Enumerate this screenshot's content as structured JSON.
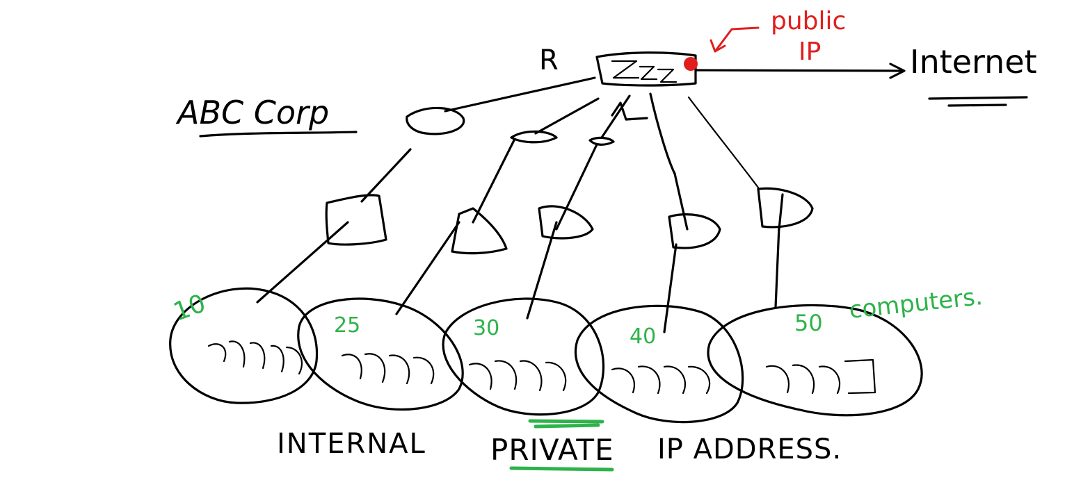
{
  "labels": {
    "company": "ABC Corp",
    "router": "R",
    "public_ip_line1": "public",
    "public_ip_line2": "IP",
    "internet": "Internet",
    "footer_word1": "INTERNAL",
    "footer_word2": "PRIVATE",
    "footer_word3": "IP ADDRESS.",
    "computers_suffix": "computers."
  },
  "subnets": [
    {
      "count": "10"
    },
    {
      "count": "25"
    },
    {
      "count": "30"
    },
    {
      "count": "40"
    },
    {
      "count": "50"
    }
  ],
  "colors": {
    "ink": "#000000",
    "accent_red": "#e01e1e",
    "accent_green": "#2db34a"
  }
}
